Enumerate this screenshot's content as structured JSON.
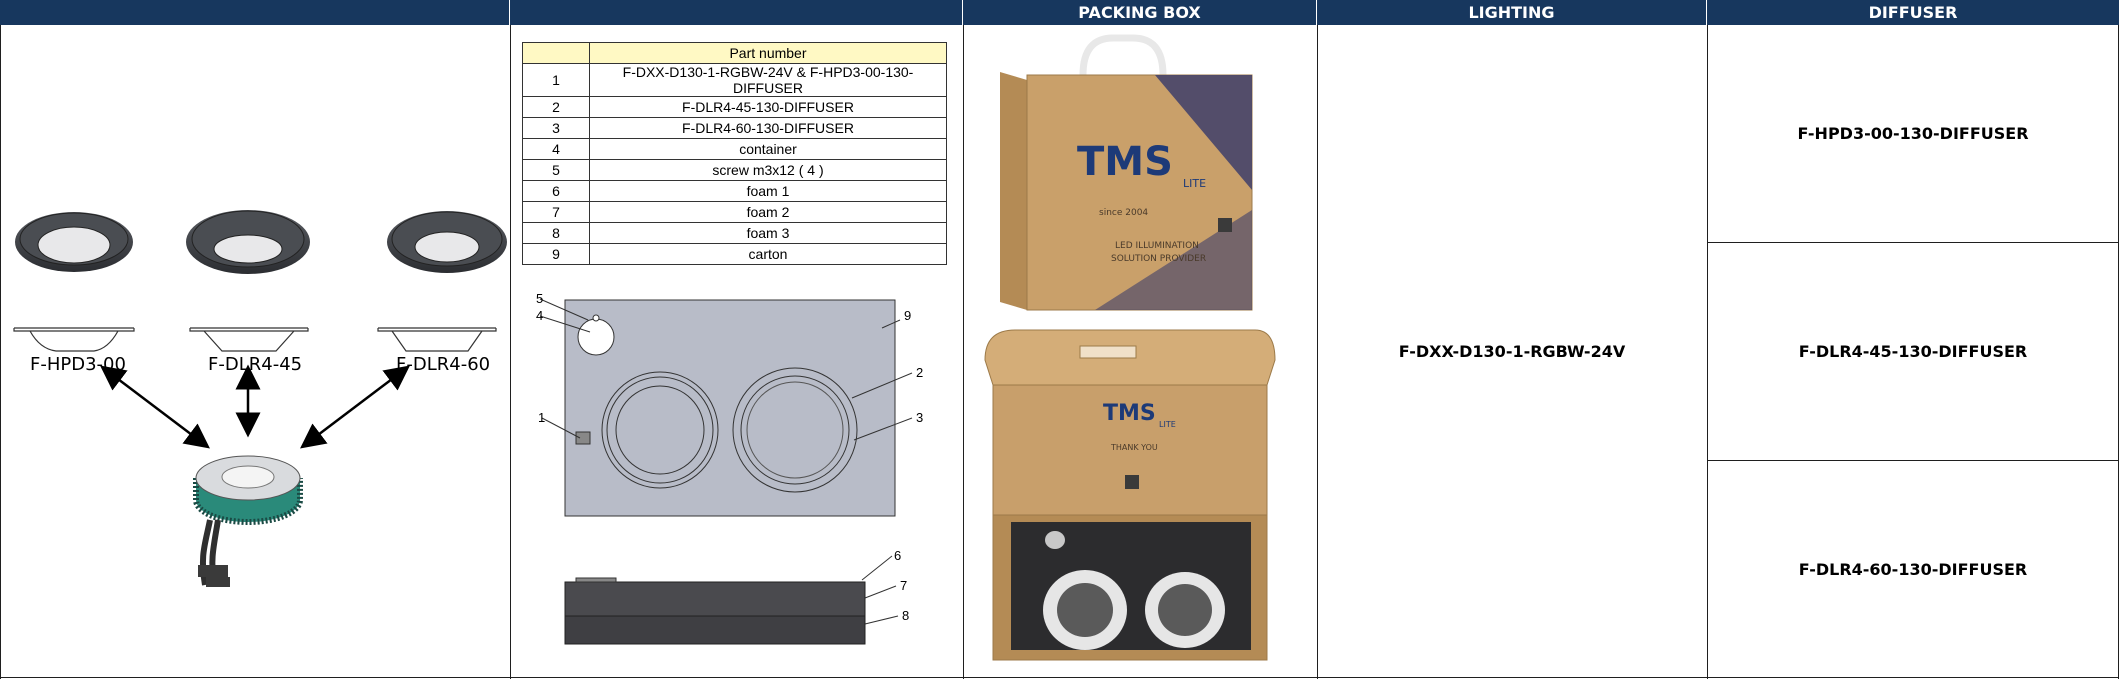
{
  "headers": [
    "",
    "",
    "PACKING BOX",
    "LIGHTING",
    "DIFFUSER"
  ],
  "product_labels": [
    "F-HPD3-00",
    "F-DLR4-45",
    "F-DLR4-60"
  ],
  "parts_table": {
    "header": "Part number",
    "rows": [
      {
        "num": "1",
        "desc": "F-DXX-D130-1-RGBW-24V & F-HPD3-00-130-DIFFUSER"
      },
      {
        "num": "2",
        "desc": "F-DLR4-45-130-DIFFUSER"
      },
      {
        "num": "3",
        "desc": "F-DLR4-60-130-DIFFUSER"
      },
      {
        "num": "4",
        "desc": "container"
      },
      {
        "num": "5",
        "desc": "screw m3x12 ( 4 )"
      },
      {
        "num": "6",
        "desc": "foam 1"
      },
      {
        "num": "7",
        "desc": "foam 2"
      },
      {
        "num": "8",
        "desc": "foam 3"
      },
      {
        "num": "9",
        "desc": "carton"
      }
    ]
  },
  "drawing_callouts": [
    "5",
    "4",
    "9",
    "2",
    "1",
    "3",
    "6",
    "7",
    "8"
  ],
  "box_brand": {
    "logo": "TMS",
    "sub": "LITE",
    "since": "since 2004",
    "tagline1": "LED ILLUMINATION",
    "tagline2": "SOLUTION PROVIDER",
    "thanks": "THANK YOU"
  },
  "lighting_value": "F-DXX-D130-1-RGBW-24V",
  "diffusers": [
    "F-HPD3-00-130-DIFFUSER",
    "F-DLR4-45-130-DIFFUSER",
    "F-DLR4-60-130-DIFFUSER"
  ],
  "colors": {
    "header_bg": "#17375e",
    "table_head_bg": "#fff9c4",
    "drawing_gray": "#b8bcc8",
    "box_kraft": "#c9a06a"
  }
}
